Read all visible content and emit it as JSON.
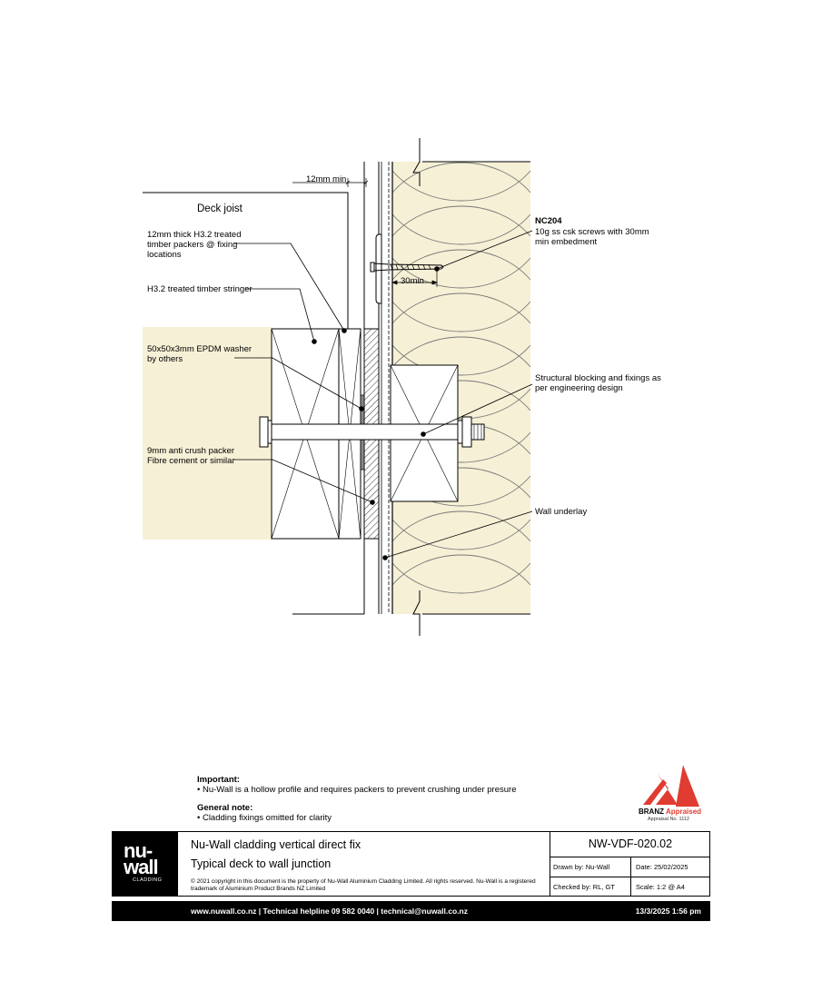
{
  "labels": {
    "min12": "12mm min",
    "deck_joist": "Deck joist",
    "packers": [
      "12mm thick H3.2 treated",
      "timber packers @  fixing",
      "locations"
    ],
    "stringer": "H3.2 treated timber stringer",
    "washer": [
      "50x50x3mm EPDM washer",
      "by others"
    ],
    "anti_crush": [
      "9mm anti crush packer",
      "Fibre cement or similar"
    ],
    "nc204_code": "NC204",
    "nc204_desc": [
      "10g ss csk screws with 30mm",
      "min embedment"
    ],
    "min30": "30min",
    "blocking": [
      "Structural blocking and fixings as",
      "per engineering design"
    ],
    "underlay": "Wall underlay"
  },
  "notes": {
    "important_heading": "Important:",
    "important_text": "• Nu-Wall is a hollow profile and requires packers to prevent crushing under presure",
    "general_heading": "General note:",
    "general_text": "• Cladding fixings omitted for clarity"
  },
  "branz": {
    "word1": "BRANZ",
    "word2": "Appraised",
    "sub": "Appraisal No. 1112"
  },
  "title_block": {
    "logo_line1": "nu-",
    "logo_line2": "wall",
    "logo_line3": "CLADDING",
    "title1": "Nu-Wall cladding vertical direct fix",
    "title2": "Typical deck to wall junction",
    "copyright": "© 2021 copyright in this document is the property of Nu-Wall Aluminium Cladding Limited. All rights reserved. Nu-Wall is a registered trademark of Aluminium Product Brands NZ Limited",
    "code": "NW-VDF-020.02",
    "drawn_by": "Drawn by: Nu-Wall",
    "date": "Date:    25/02/2025",
    "checked_by": "Checked by: RL, GT",
    "scale": "Scale:    1:2 @ A4"
  },
  "footer": {
    "contacts": "www.nuwall.co.nz  |  Technical helpline 09 582 0040  |  technical@nuwall.co.nz",
    "timestamp": "13/3/2025 1:56 pm"
  },
  "colors": {
    "insulation": "#f6f0d6",
    "deck_fill": "#f6f0d6",
    "line": "#000000",
    "branz_red": "#e03c31"
  }
}
